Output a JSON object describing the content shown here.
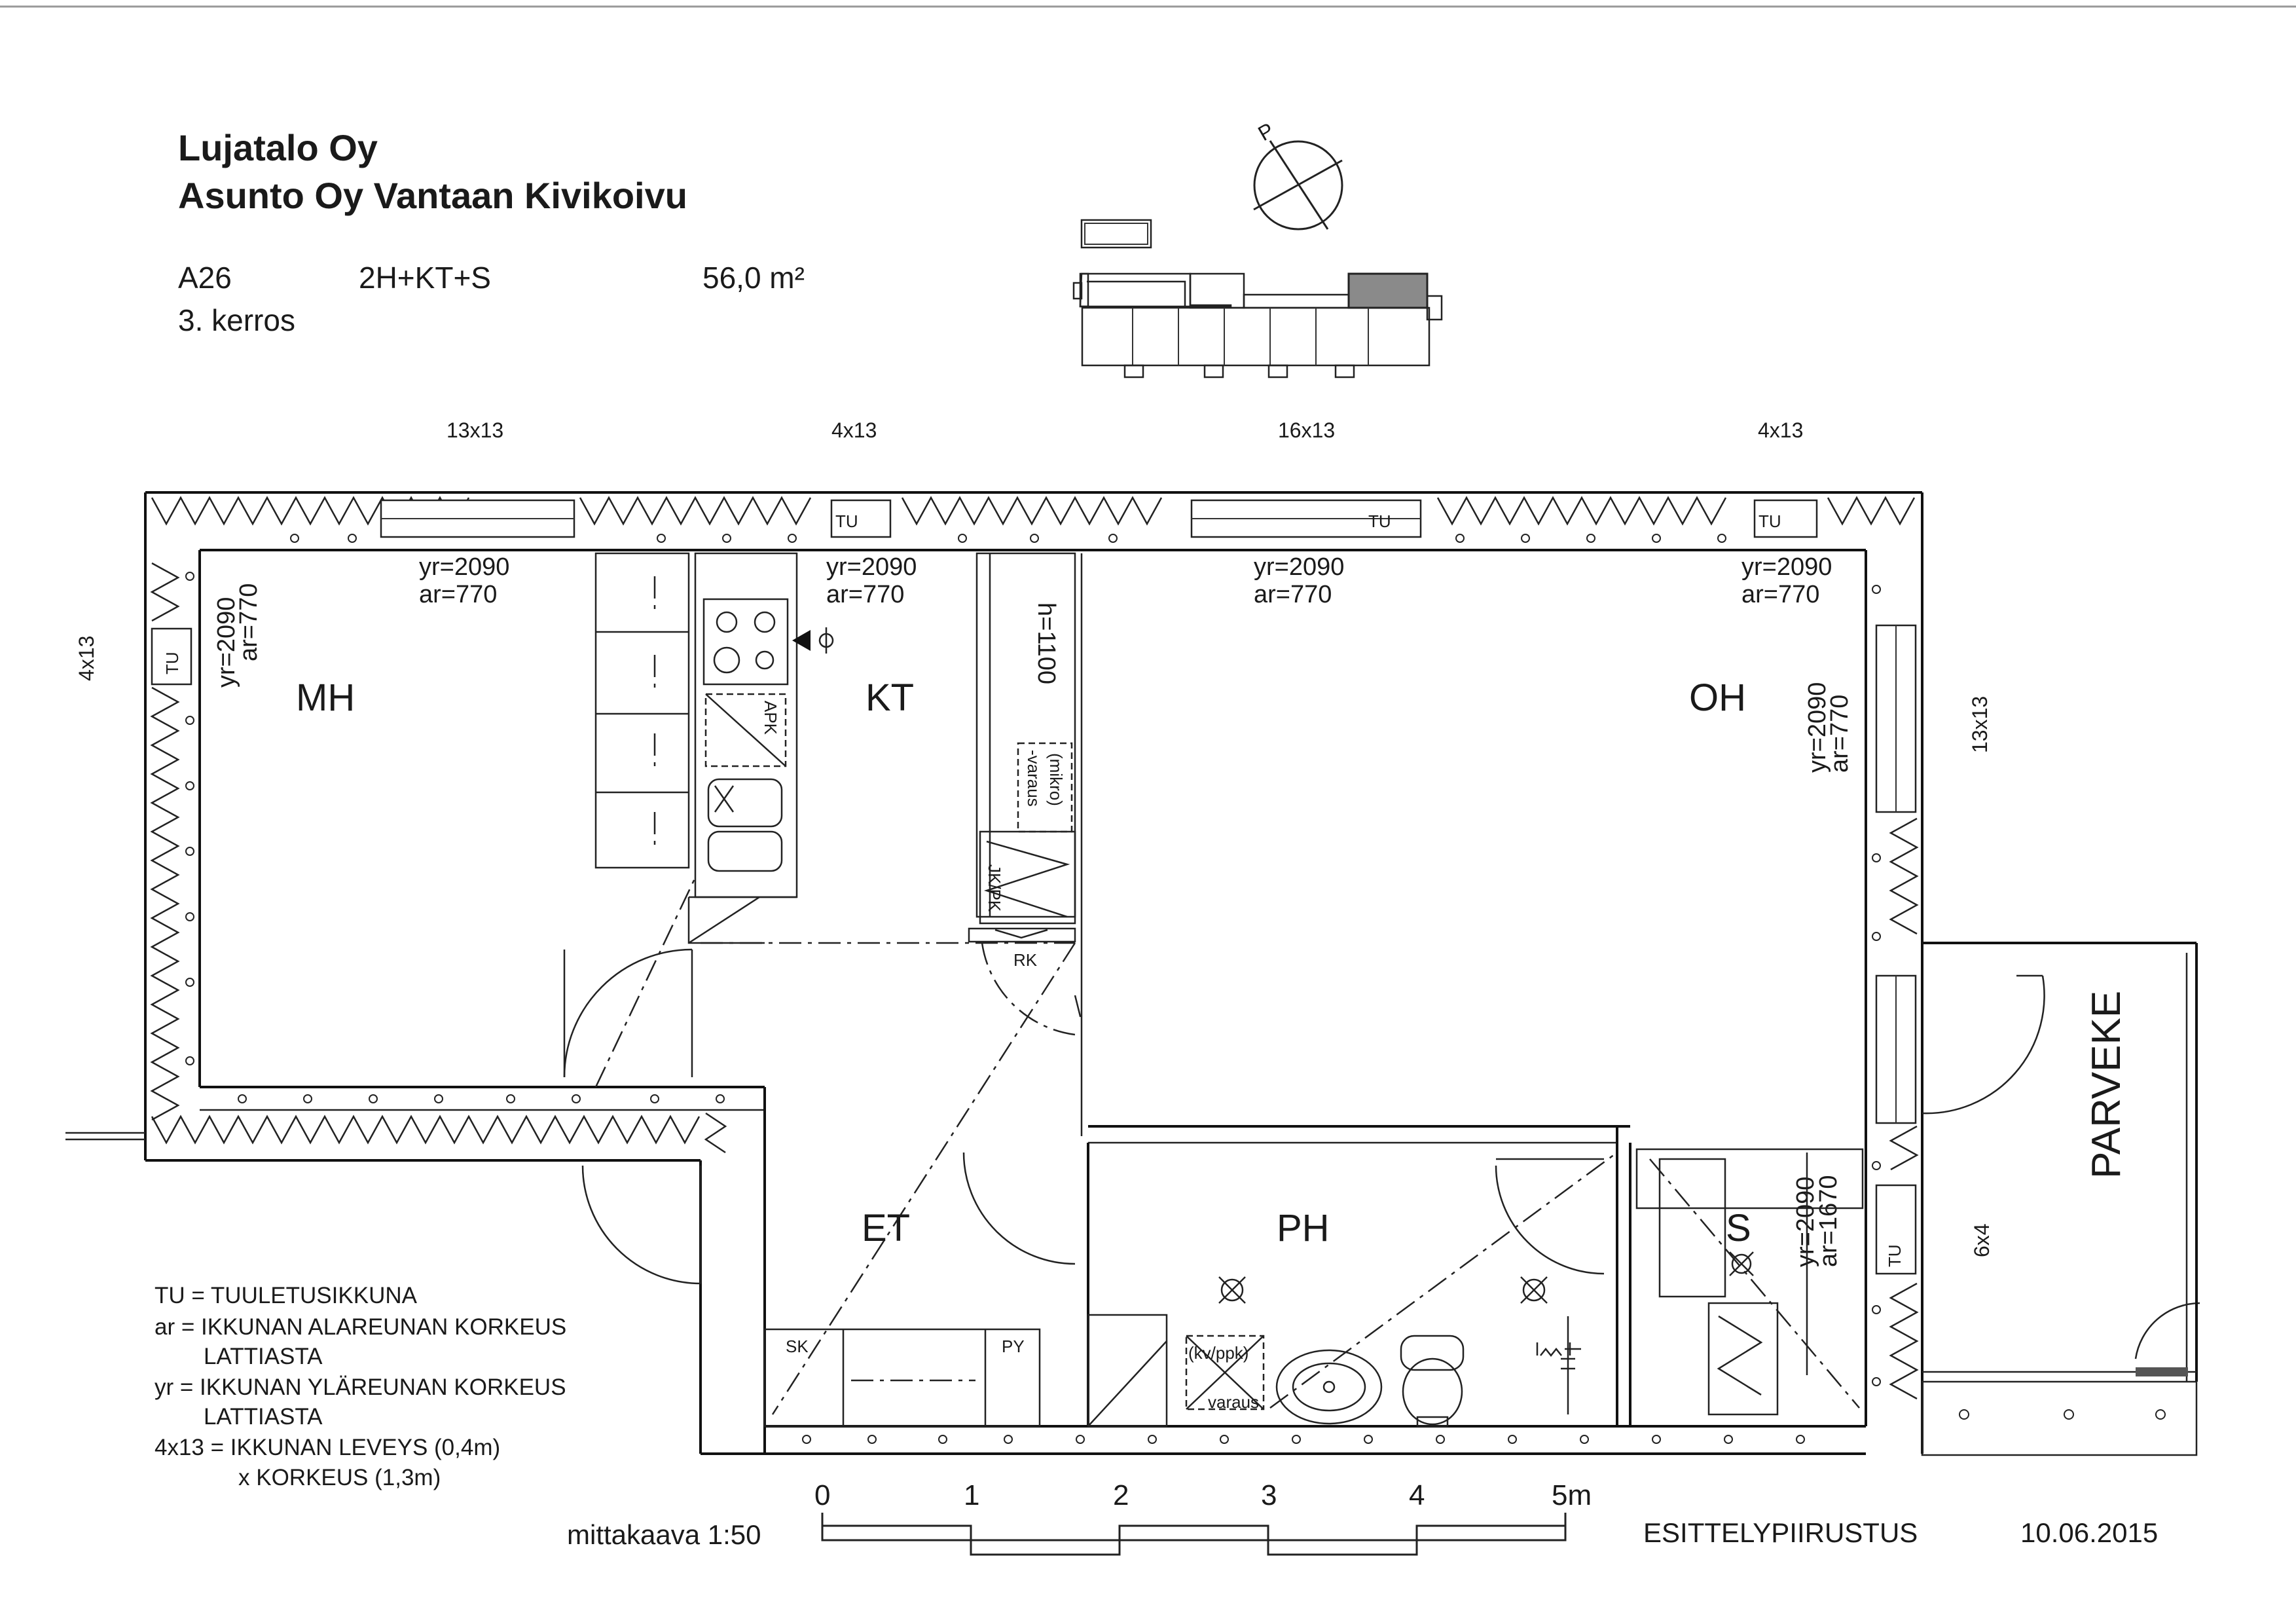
{
  "header": {
    "company": "Lujatalo Oy",
    "project": "Asunto Oy Vantaan Kivikoivu",
    "apartment": "A26",
    "type": "2H+KT+S",
    "area": "56,0 m²",
    "floor": "3. kerros"
  },
  "compass": {
    "north_label": "P"
  },
  "window_sizes": {
    "top_1": "13x13",
    "top_2": "4x13",
    "top_3": "16x13",
    "top_4": "4x13",
    "left": "4x13",
    "right": "13x13",
    "balcony": "6x4"
  },
  "window_labels": {
    "yr": "yr=2090",
    "ar": "ar=770",
    "ar_sauna": "ar=1670",
    "tu": "TU"
  },
  "rooms": {
    "mh": "MH",
    "kt": "KT",
    "oh": "OH",
    "et": "ET",
    "ph": "PH",
    "s": "S",
    "parveke": "PARVEKE"
  },
  "fixtures": {
    "h1100": "h=1100",
    "mikro": "(mikro)",
    "varaus": "-varaus",
    "jkpk": "JK/PK",
    "rk": "RK",
    "apk": "APK",
    "sk": "SK",
    "py": "PY",
    "kvppk": "(kv/ppk)",
    "varaus2": "varaus"
  },
  "legend": [
    "TU = TUULETUSIKKUNA",
    "ar = IKKUNAN ALAREUNAN KORKEUS",
    "LATTIASTA",
    "yr = IKKUNAN YLÄREUNAN KORKEUS",
    "LATTIASTA",
    "4x13 = IKKUNAN LEVEYS (0,4m)",
    "x KORKEUS (1,3m)"
  ],
  "scale": {
    "label": "mittakaava 1:50",
    "ticks": [
      "0",
      "1",
      "2",
      "3",
      "4",
      "5m"
    ]
  },
  "footer": {
    "title": "ESITTELYPIIRUSTUS",
    "date": "10.06.2015"
  }
}
